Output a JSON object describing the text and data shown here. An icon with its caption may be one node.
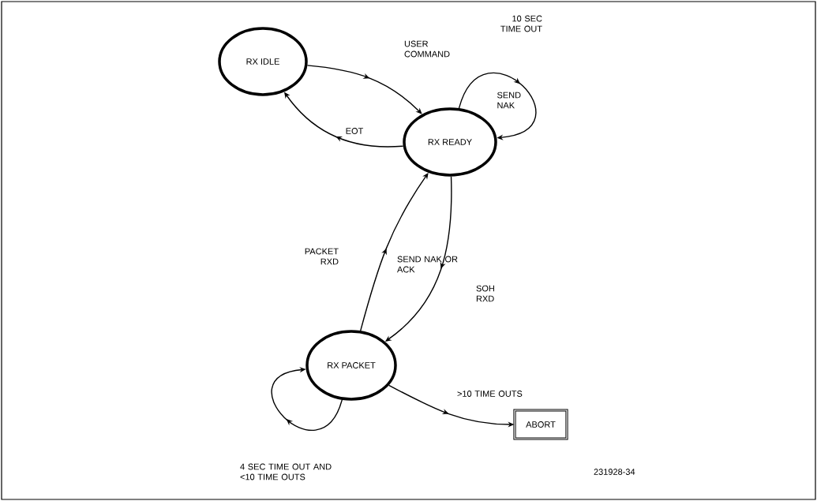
{
  "diagram": {
    "nodes": [
      {
        "text": [
          "RX IDLE"
        ]
      },
      {
        "text": [
          "RX READY"
        ]
      },
      {
        "text": [
          "RX PACKET"
        ]
      },
      {
        "text": [
          "ABORT"
        ]
      }
    ],
    "edges": [
      {
        "from": 0,
        "to": 1,
        "arrow": "to",
        "label": "USER COMMAND"
      },
      {
        "from": 1,
        "to": 0,
        "arrow": "to",
        "label": "EOT"
      },
      {
        "from": 1,
        "to": 1,
        "arrow": "to",
        "label": "10 SEC TIME OUT"
      },
      {
        "from": 2,
        "to": 1,
        "arrow": "to",
        "label": "PACKET RXD"
      },
      {
        "from": 1,
        "to": 2,
        "arrow": "to",
        "label": "SOH RXD"
      },
      {
        "from": 2,
        "to": 2,
        "arrow": "to",
        "label": "4 SEC TIME OUT AND <10 TIME OUTS"
      },
      {
        "from": 2,
        "to": 3,
        "arrow": "to",
        "label": ">10 TIME OUTS"
      }
    ],
    "labels": [
      "SEND NAK",
      "SEND NAK OR ACK",
      "231928-34"
    ]
  }
}
